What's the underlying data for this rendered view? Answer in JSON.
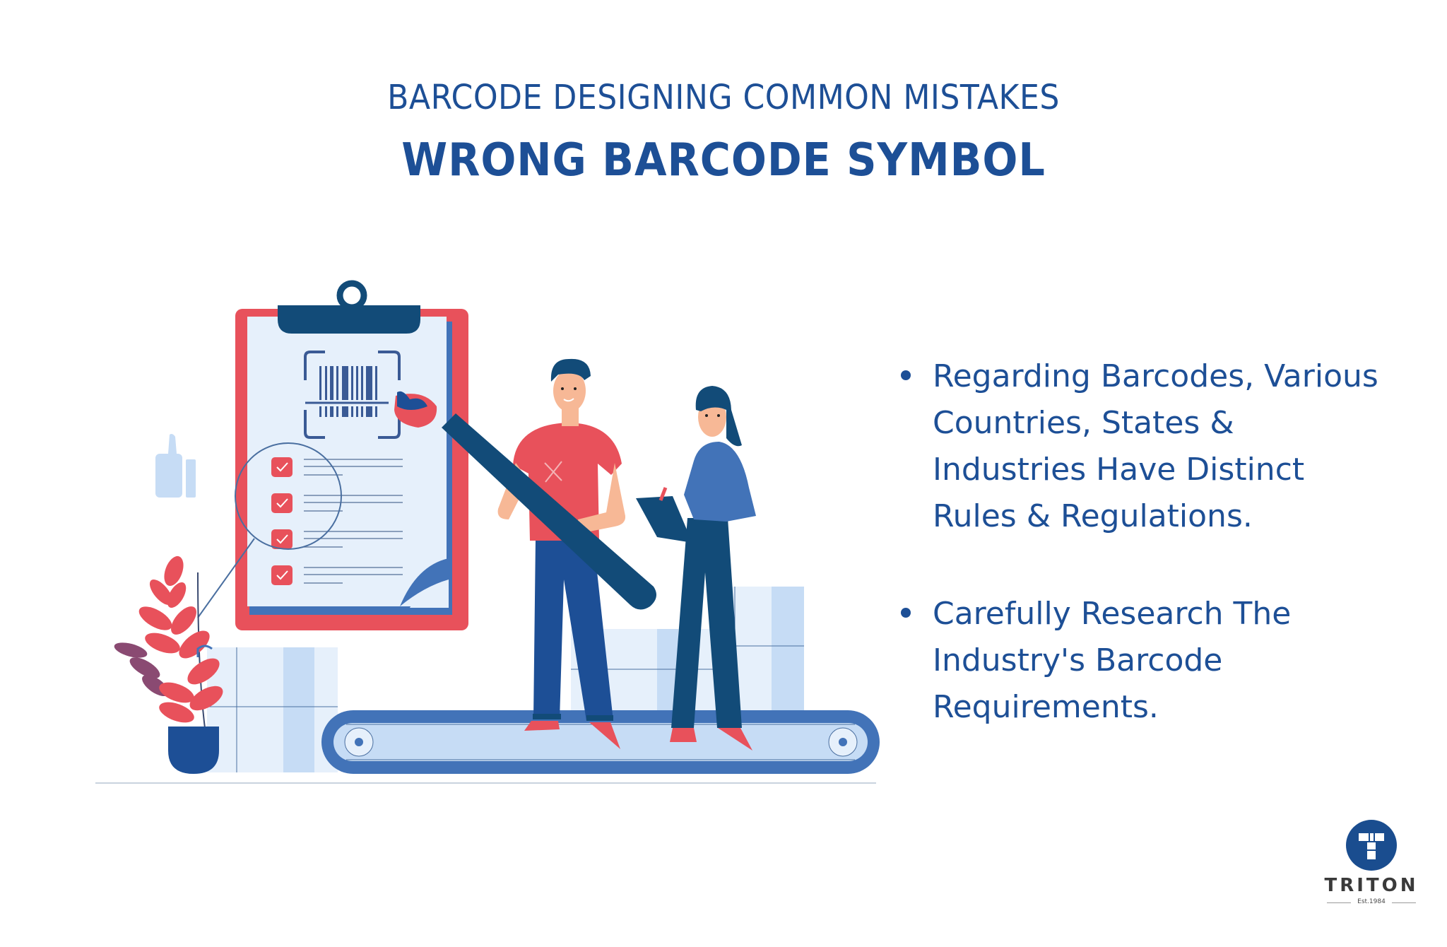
{
  "header": {
    "subtitle": "BARCODE DESIGNING COMMON MISTAKES",
    "title": "WRONG BARCODE SYMBOL"
  },
  "bullets": [
    {
      "text": "Regarding Barcodes, Various Countries, States & Industries Have Distinct Rules & Regulations."
    },
    {
      "text": "Carefully Research The Industry's Barcode Requirements."
    }
  ],
  "logo": {
    "name": "TRITON",
    "established": "Est.1984"
  },
  "illustration": {
    "description": "Two people next to a clipboard checklist with a barcode being painted, conveyor belt with boxes, potted plant, thumbs up icon",
    "icons": [
      "clipboard-icon",
      "barcode-icon",
      "checkbox-icon",
      "magnifier-icon",
      "paintbrush-icon",
      "thumbs-up-icon",
      "plant-icon",
      "conveyor-belt-icon",
      "box-icon"
    ],
    "checklist_items": 4
  },
  "colors": {
    "brand_blue": "#1d4f96",
    "accent_red": "#e8515b",
    "navy": "#124b78",
    "mid_blue": "#4273b8",
    "light_blue": "#c6dcf5",
    "pale_blue": "#e6f0fb",
    "skin": "#f7b896",
    "logo_text": "#3a3a3a"
  }
}
